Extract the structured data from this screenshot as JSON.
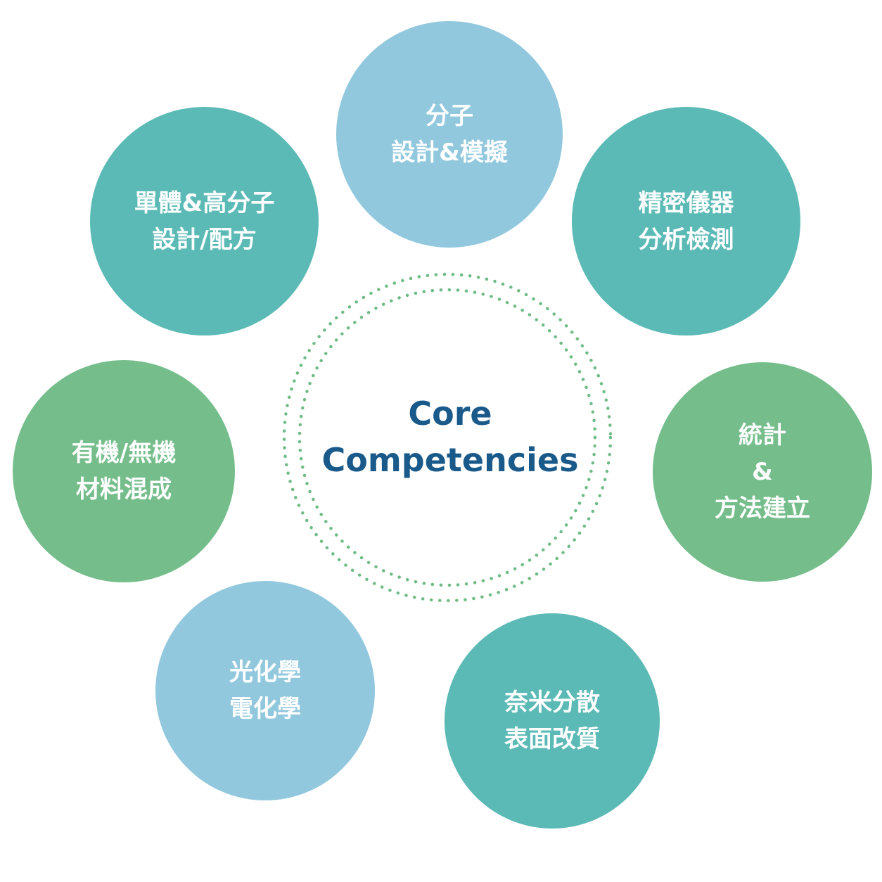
{
  "center": {
    "line1": "Core",
    "line2": "Competencies"
  },
  "bubbles": {
    "molecular": {
      "line1": "分子",
      "line2": "設計&模擬"
    },
    "monomer": {
      "line1": "單體&高分子",
      "line2": "設計/配方"
    },
    "instrument": {
      "line1": "精密儀器",
      "line2": "分析檢測"
    },
    "hybrid": {
      "line1": "有機/無機",
      "line2": "材料混成"
    },
    "statistics": {
      "line1": "統計",
      "line2": "&",
      "line3": "方法建立"
    },
    "photo": {
      "line1": "光化學",
      "line2": "電化學"
    },
    "nano": {
      "line1": "奈米分散",
      "line2": "表面改質"
    }
  },
  "colors": {
    "light_blue": "#92c8dd",
    "teal": "#5bbab5",
    "green": "#75be8b",
    "center_text": "#1a5a8a",
    "ring_dots": "#6fbb86"
  }
}
